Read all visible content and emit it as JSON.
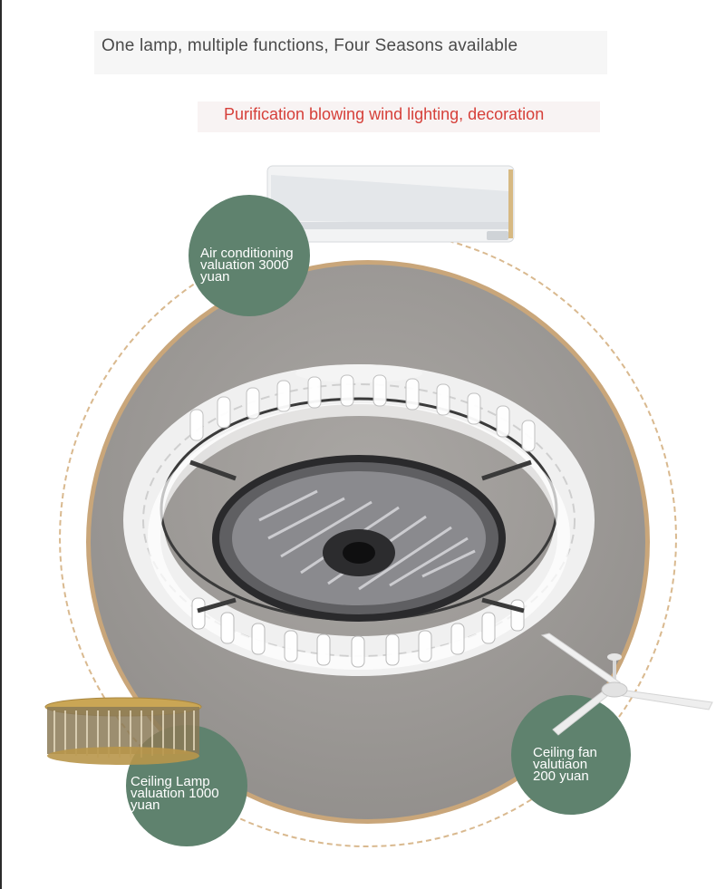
{
  "header": {
    "headline": "One lamp, multiple functions, Four Seasons available",
    "subline": "Purification blowing wind lighting, decoration"
  },
  "badges": {
    "air_conditioning": "Air conditioning\nvaluation 3000\nyuan",
    "ceiling_lamp": "Ceiling Lamp\nvaluation 1000\nyuan",
    "ceiling_fan": "Ceiling fan\nvalutiaon\n200 yuan"
  },
  "colors": {
    "badge_green": "#5f826e",
    "subline_red": "#d6403a",
    "ring_gold": "#c9a67a"
  }
}
